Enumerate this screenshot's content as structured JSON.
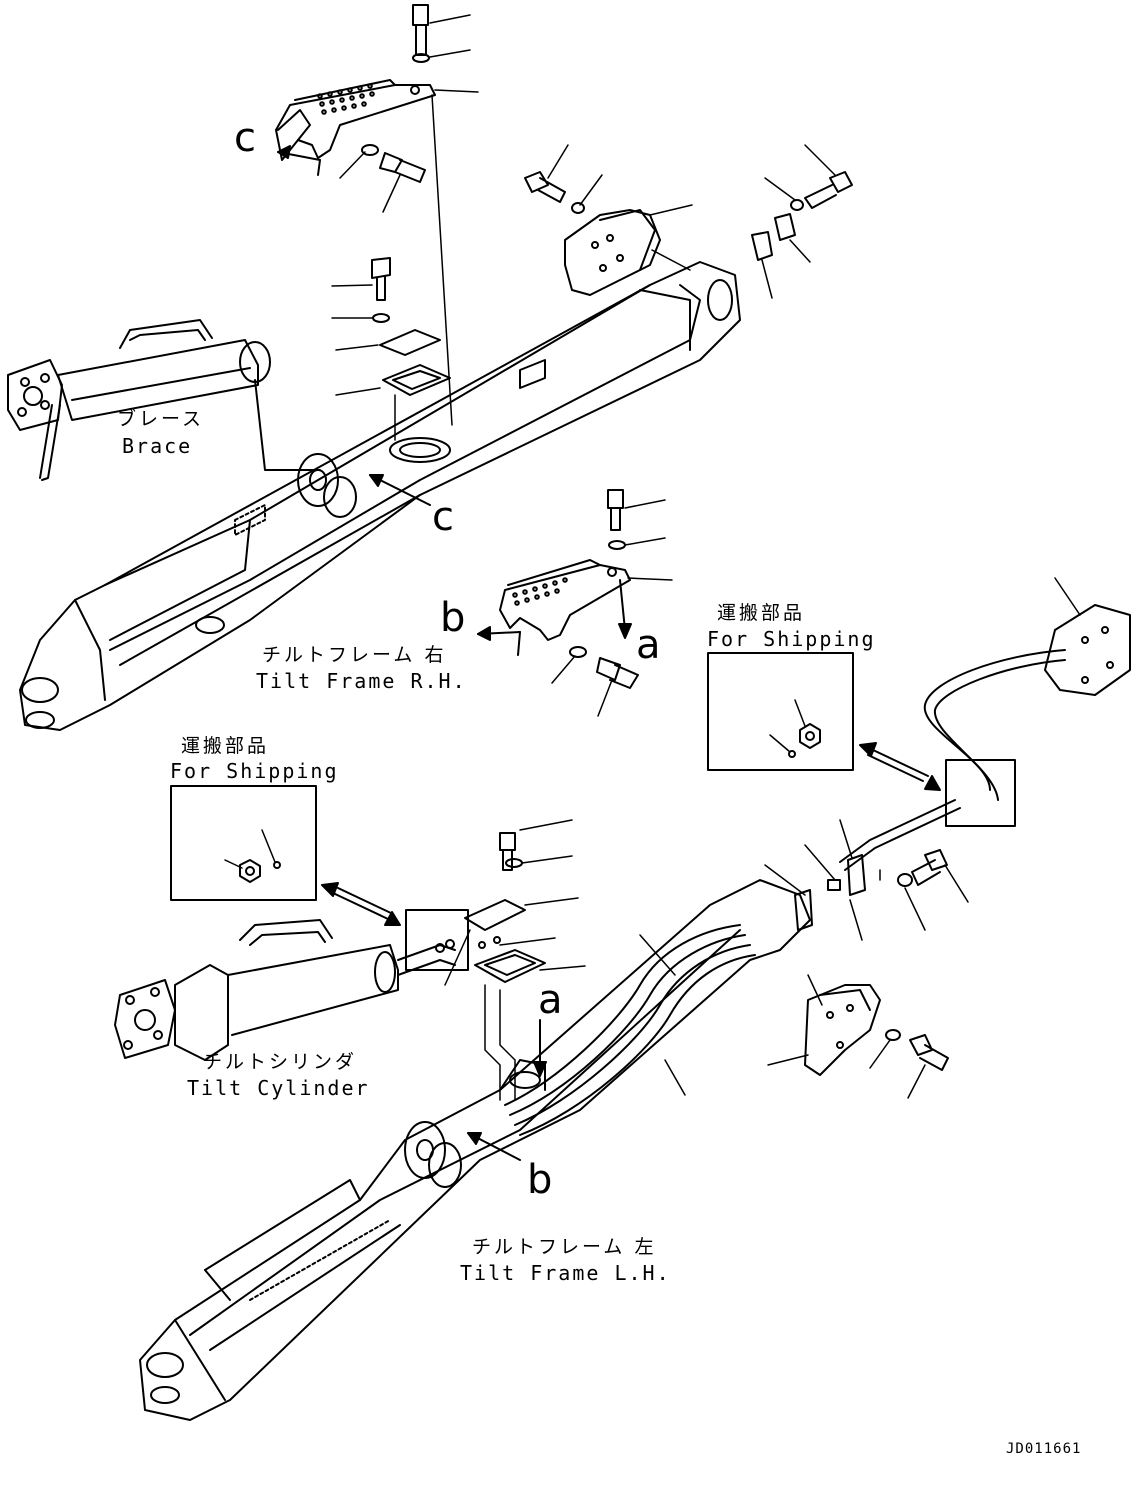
{
  "labels": {
    "brace_jp": "ブレース",
    "brace_en": "Brace",
    "tilt_frame_rh_jp": "チルトフレーム 右",
    "tilt_frame_rh_en": "Tilt Frame R.H.",
    "tilt_frame_lh_jp": "チルトフレーム 左",
    "tilt_frame_lh_en": "Tilt Frame L.H.",
    "tilt_cylinder_jp": "チルトシリンダ",
    "tilt_cylinder_en": "Tilt Cylinder",
    "shipping_left_jp": "運搬部品",
    "shipping_left_en": "For Shipping",
    "shipping_right_jp": "運搬部品",
    "shipping_right_en": "For Shipping"
  },
  "callouts": {
    "c_top": "c",
    "c_mid": "c",
    "b_mid": "b",
    "a_mid": "a",
    "a_low": "a",
    "b_low": "b"
  },
  "drawing_number": "JD011661",
  "colors": {
    "ink": "#000000",
    "paper": "#ffffff"
  }
}
